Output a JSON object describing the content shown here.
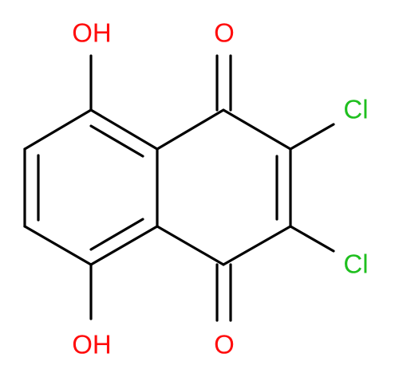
{
  "molecule": {
    "atoms": {
      "hydroxyl_top": "OH",
      "carbonyl_top": "O",
      "chlorine_top": "Cl",
      "chlorine_bottom": "Cl",
      "hydroxyl_bottom": "OH",
      "carbonyl_bottom": "O"
    },
    "colors": {
      "bond": "#000000",
      "oxygen": "#ff0d0d",
      "chlorine": "#1fbf1f"
    }
  }
}
